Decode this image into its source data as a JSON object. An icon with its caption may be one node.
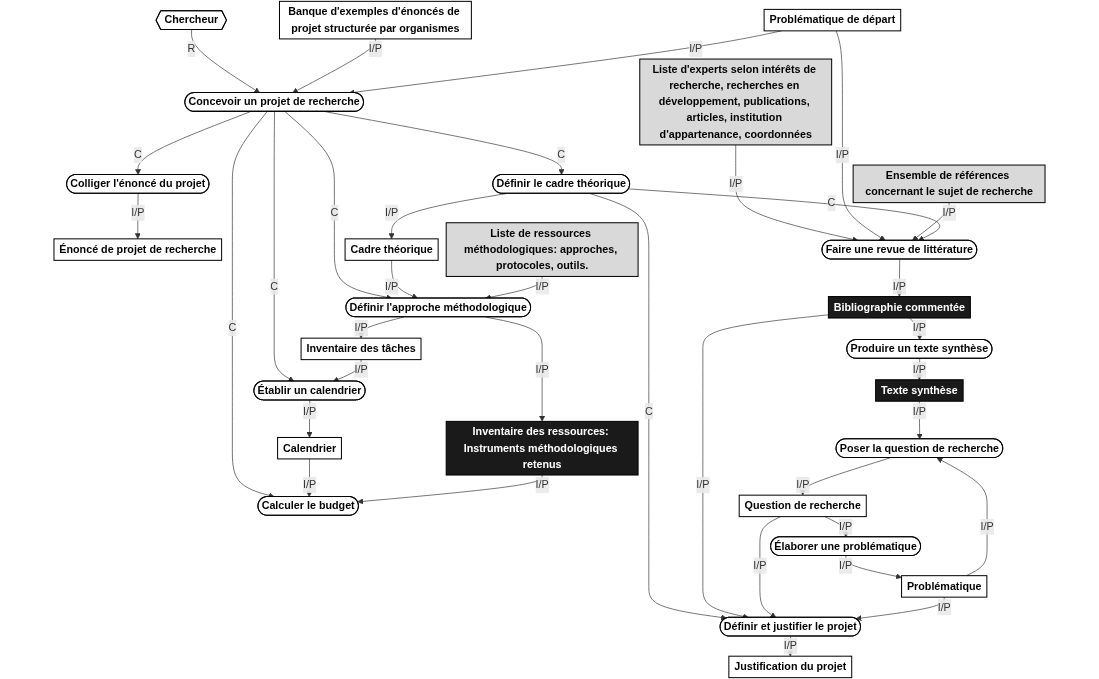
{
  "diagram": {
    "nodes": [
      {
        "text": [
          "Chercheur"
        ]
      },
      {
        "text": [
          "Énoncé de projet de recherche"
        ]
      },
      {
        "text": [
          "Banque d'exemples d'énoncés de projet structurée par organismes"
        ]
      },
      {
        "text": [
          "Liste d'experts selon intérêts de recherche, recherches en développement, publications, articles, institution d'appartenance, coordonnées"
        ]
      },
      {
        "text": [
          "Problématique de départ"
        ]
      },
      {
        "text": [
          "Concevoir un projet de recherche"
        ]
      },
      {
        "text": [
          "Colliger l'énoncé du projet"
        ]
      },
      {
        "text": [
          "Ensemble de références concernant le sujet de recherche"
        ]
      },
      {
        "text": [
          "Faire une revue de littérature"
        ]
      },
      {
        "text": [
          "Définir le cadre théorique"
        ]
      },
      {
        "text": [
          "Cadre théorique"
        ]
      },
      {
        "text": [
          "Établir un calendrier"
        ]
      },
      {
        "text": [
          "Calculer le budget"
        ]
      },
      {
        "text": [
          "Calendrier"
        ]
      },
      {
        "text": [
          "Définir l'approche méthodologique"
        ]
      },
      {
        "text": [
          "Bibliographie commentée"
        ]
      },
      {
        "text": [
          "Définir et justifier le projet"
        ]
      },
      {
        "text": [
          "Produire un texte synthèse"
        ]
      },
      {
        "text": [
          "Inventaire des tâches"
        ]
      },
      {
        "text": [
          "Question de recherche"
        ]
      },
      {
        "text": [
          "Justification du projet"
        ]
      },
      {
        "text": [
          "Élaborer une problématique"
        ]
      },
      {
        "text": [
          "Texte synthèse"
        ]
      },
      {
        "text": [
          "Liste de ressources méthodologiques: approches, protocoles, outils."
        ]
      },
      {
        "text": [
          "Inventaire des ressources: Instruments méthodologiques retenus"
        ]
      },
      {
        "text": [
          "Poser la question de recherche"
        ]
      },
      {
        "text": [
          "Problématique"
        ]
      }
    ],
    "edges": [
      {
        "from": 0,
        "to": 5,
        "arrow": "to",
        "label": "R"
      },
      {
        "from": 2,
        "to": 5,
        "arrow": "to",
        "label": "I/P"
      },
      {
        "from": 4,
        "to": 5,
        "arrow": "to",
        "label": "I/P"
      },
      {
        "from": 5,
        "to": 6,
        "arrow": "to",
        "label": "C"
      },
      {
        "from": 6,
        "to": 1,
        "arrow": "to",
        "label": "I/P"
      },
      {
        "from": 5,
        "to": 9,
        "arrow": "to",
        "label": "C"
      },
      {
        "from": 5,
        "to": 14,
        "arrow": "to",
        "label": "C"
      },
      {
        "from": 5,
        "to": 11,
        "arrow": "to",
        "label": "C"
      },
      {
        "from": 5,
        "to": 12,
        "arrow": "to",
        "label": "C"
      },
      {
        "from": 3,
        "to": 8,
        "arrow": "to",
        "label": "I/P"
      },
      {
        "from": 4,
        "to": 8,
        "arrow": "to",
        "label": "I/P"
      },
      {
        "from": 7,
        "to": 8,
        "arrow": "to",
        "label": "I/P"
      },
      {
        "from": 9,
        "to": 8,
        "arrow": "to",
        "label": "C"
      },
      {
        "from": 9,
        "to": 10,
        "arrow": "to",
        "label": "I/P"
      },
      {
        "from": 9,
        "to": 16,
        "arrow": "to",
        "label": "C"
      },
      {
        "from": 10,
        "to": 14,
        "arrow": "to",
        "label": "I/P"
      },
      {
        "from": 11,
        "to": 13,
        "arrow": "to",
        "label": "I/P"
      },
      {
        "from": 13,
        "to": 12,
        "arrow": "to",
        "label": "I/P"
      },
      {
        "from": 18,
        "to": 11,
        "arrow": "to",
        "label": "I/P"
      },
      {
        "from": 14,
        "to": 18,
        "arrow": "to",
        "label": "I/P"
      },
      {
        "from": 14,
        "to": 24,
        "arrow": "to",
        "label": "I/P"
      },
      {
        "from": 24,
        "to": 12,
        "arrow": "to",
        "label": "I/P"
      },
      {
        "from": 23,
        "to": 14,
        "arrow": "to",
        "label": "I/P"
      },
      {
        "from": 8,
        "to": 15,
        "arrow": "to",
        "label": "I/P"
      },
      {
        "from": 15,
        "to": 16,
        "arrow": "to",
        "label": "I/P"
      },
      {
        "from": 15,
        "to": 17,
        "arrow": "to",
        "label": "I/P"
      },
      {
        "from": 17,
        "to": 22,
        "arrow": "to",
        "label": "I/P"
      },
      {
        "from": 22,
        "to": 25,
        "arrow": "to",
        "label": "I/P"
      },
      {
        "from": 25,
        "to": 19,
        "arrow": "to",
        "label": "I/P"
      },
      {
        "from": 19,
        "to": 16,
        "arrow": "to",
        "label": "I/P"
      },
      {
        "from": 19,
        "to": 21,
        "arrow": "to",
        "label": "I/P"
      },
      {
        "from": 21,
        "to": 26,
        "arrow": "to",
        "label": "I/P"
      },
      {
        "from": 26,
        "to": 25,
        "arrow": "to",
        "label": "I/P"
      },
      {
        "from": 26,
        "to": 16,
        "arrow": "to",
        "label": "I/P"
      },
      {
        "from": 16,
        "to": 20,
        "arrow": "to",
        "label": "I/P"
      }
    ]
  }
}
